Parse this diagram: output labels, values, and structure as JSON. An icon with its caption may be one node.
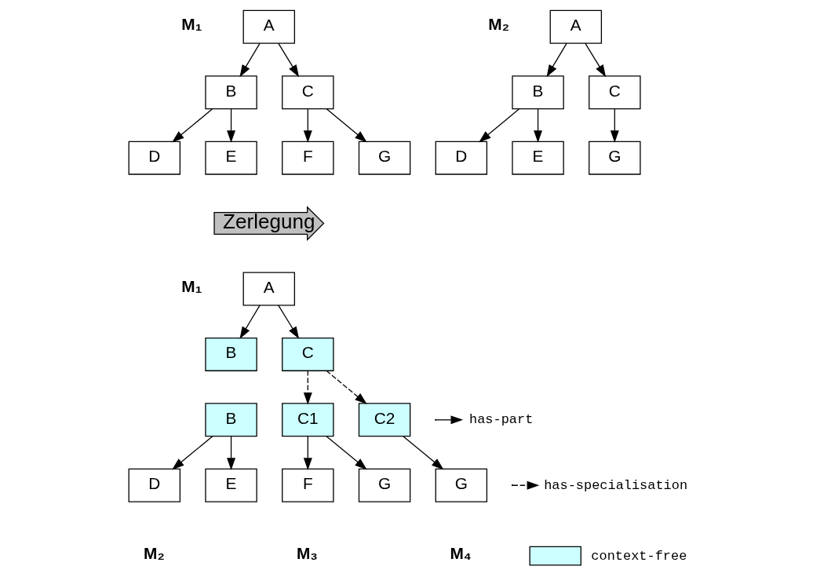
{
  "diagram": {
    "nodes": [
      {
        "text": [
          "A"
        ]
      },
      {
        "text": [
          "B"
        ]
      },
      {
        "text": [
          "C"
        ]
      },
      {
        "text": [
          "D"
        ]
      },
      {
        "text": [
          "E"
        ]
      },
      {
        "text": [
          "F"
        ]
      },
      {
        "text": [
          "G"
        ]
      },
      {
        "text": [
          "A"
        ]
      },
      {
        "text": [
          "B"
        ]
      },
      {
        "text": [
          "C"
        ]
      },
      {
        "text": [
          "D"
        ]
      },
      {
        "text": [
          "E"
        ]
      },
      {
        "text": [
          "G"
        ]
      },
      {
        "text": [
          "A"
        ]
      },
      {
        "text": [
          "B"
        ]
      },
      {
        "text": [
          "C"
        ]
      },
      {
        "text": [
          "B"
        ]
      },
      {
        "text": [
          "D"
        ]
      },
      {
        "text": [
          "E"
        ]
      },
      {
        "text": [
          "C1"
        ]
      },
      {
        "text": [
          "F"
        ]
      },
      {
        "text": [
          "G"
        ]
      },
      {
        "text": [
          "C2"
        ]
      },
      {
        "text": [
          "G"
        ]
      }
    ],
    "edges": [
      {
        "from": 0,
        "to": 1,
        "arrow": "to"
      },
      {
        "from": 0,
        "to": 2,
        "arrow": "to"
      },
      {
        "from": 1,
        "to": 3,
        "arrow": "to"
      },
      {
        "from": 1,
        "to": 4,
        "arrow": "to"
      },
      {
        "from": 2,
        "to": 5,
        "arrow": "to"
      },
      {
        "from": 2,
        "to": 6,
        "arrow": "to"
      },
      {
        "from": 7,
        "to": 8,
        "arrow": "to"
      },
      {
        "from": 7,
        "to": 9,
        "arrow": "to"
      },
      {
        "from": 8,
        "to": 10,
        "arrow": "to"
      },
      {
        "from": 8,
        "to": 11,
        "arrow": "to"
      },
      {
        "from": 9,
        "to": 12,
        "arrow": "to"
      },
      {
        "from": 13,
        "to": 14,
        "arrow": "to"
      },
      {
        "from": 13,
        "to": 15,
        "arrow": "to"
      },
      {
        "from": 15,
        "to": 19,
        "arrow": "to",
        "style": "dashed"
      },
      {
        "from": 15,
        "to": 22,
        "arrow": "to",
        "style": "dashed"
      },
      {
        "from": 16,
        "to": 17,
        "arrow": "to"
      },
      {
        "from": 16,
        "to": 18,
        "arrow": "to"
      },
      {
        "from": 19,
        "to": 20,
        "arrow": "to"
      },
      {
        "from": 19,
        "to": 21,
        "arrow": "to"
      },
      {
        "from": 22,
        "to": 23,
        "arrow": "to"
      }
    ],
    "labels": [
      "M₁",
      "M₂",
      "Zerlegung",
      "M₁",
      "M₂",
      "M₃",
      "M₄"
    ],
    "legend": [
      {
        "text": "has-part"
      },
      {
        "text": "has-specialisation"
      },
      {
        "text": "context-free",
        "color": "#ccffff"
      }
    ]
  }
}
